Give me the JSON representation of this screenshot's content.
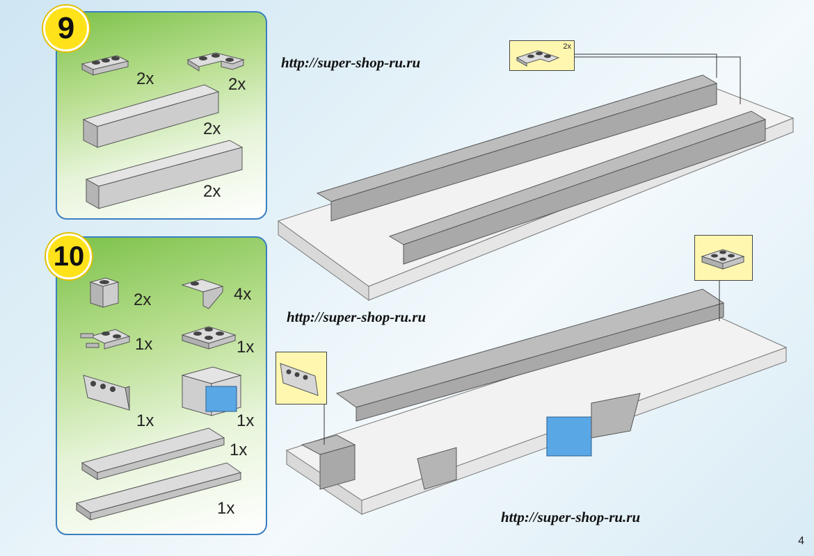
{
  "steps": [
    {
      "number": "9",
      "parts": [
        {
          "qty": "2x",
          "icon": "plate-1x3-icon"
        },
        {
          "qty": "2x",
          "icon": "corner-plate-icon"
        },
        {
          "qty": "2x",
          "icon": "brick-1x8-icon"
        },
        {
          "qty": "2x",
          "icon": "brick-1x10-icon"
        }
      ]
    },
    {
      "number": "10",
      "parts": [
        {
          "qty": "2x",
          "icon": "brick-1x1-icon"
        },
        {
          "qty": "4x",
          "icon": "slope-icon"
        },
        {
          "qty": "1x",
          "icon": "plate-pins-icon"
        },
        {
          "qty": "1x",
          "icon": "plate-2x2-icon"
        },
        {
          "qty": "1x",
          "icon": "bracket-icon"
        },
        {
          "qty": "1x",
          "icon": "window-icon"
        },
        {
          "qty": "1x",
          "icon": "plate-2x10-icon"
        },
        {
          "qty": "1x",
          "icon": "plate-2x12-icon"
        }
      ]
    }
  ],
  "callouts": {
    "top_qty": "2x"
  },
  "watermarks": [
    "http://super-shop-ru.ru",
    "http://super-shop-ru.ru",
    "http://super-shop-ru.ru"
  ],
  "page_number": "4",
  "colors": {
    "panel_green": "#7cc24a",
    "badge_yellow": "#ffe21a",
    "brick_gray": "#c8c8c8",
    "window_blue": "#5aa7e6"
  }
}
